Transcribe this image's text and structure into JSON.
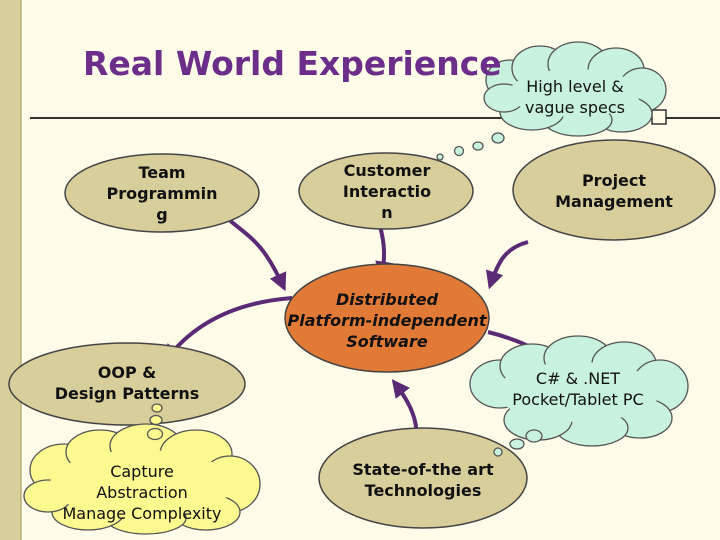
{
  "title": "Real World Experience",
  "nodes": {
    "team": [
      "Team",
      "Programmin",
      "g"
    ],
    "customer": [
      "Customer",
      "Interactio",
      "n"
    ],
    "project": [
      "Project",
      "Management"
    ],
    "center": [
      "Distributed",
      "Platform-independent",
      "Software"
    ],
    "oop": [
      "OOP &",
      "Design Patterns"
    ],
    "state": [
      "State-of-the art",
      "Technologies"
    ]
  },
  "clouds": {
    "specs": [
      "High level &",
      "vague specs"
    ],
    "dotnet": [
      "C# & .NET",
      "Pocket/Tablet PC"
    ],
    "capture": [
      "Capture",
      "Abstraction",
      "Manage Complexity"
    ]
  },
  "colors": {
    "background": "#fffbe9",
    "title": "#6b2f8a",
    "node_fill": "#d8ce9c",
    "center_fill": "#e07a36",
    "cloud_blue": "#c8f2dd",
    "cloud_yellow": "#fbf990",
    "arrow": "#5a2a75",
    "side_bar": "#d8ce9c"
  }
}
